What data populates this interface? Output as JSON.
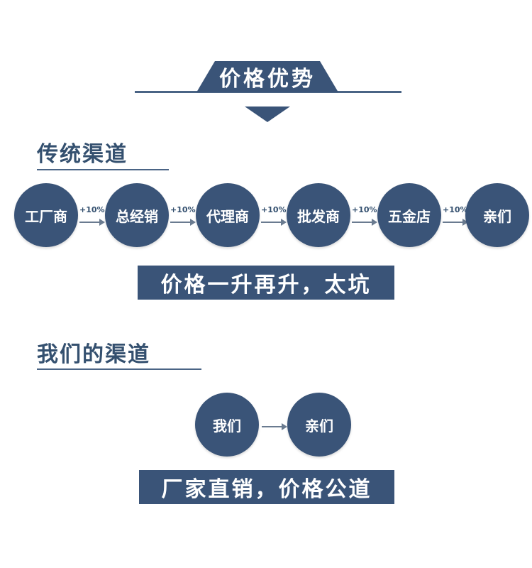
{
  "banner": {
    "title": "价格优势"
  },
  "traditional": {
    "heading": "传统渠道",
    "nodes": [
      "工厂商",
      "总经销",
      "代理商",
      "批发商",
      "五金店",
      "亲们"
    ],
    "markup_labels": [
      "+10%",
      "+10%",
      "+10%",
      "+10%",
      "+10%"
    ],
    "slogan": "价格一升再升，太坑"
  },
  "ours": {
    "heading": "我们的渠道",
    "nodes": [
      "我们",
      "亲们"
    ],
    "slogan": "厂家直销，价格公道"
  },
  "colors": {
    "primary": "#3a5478",
    "text": "#34506f",
    "arrow": "#6a7b90"
  }
}
